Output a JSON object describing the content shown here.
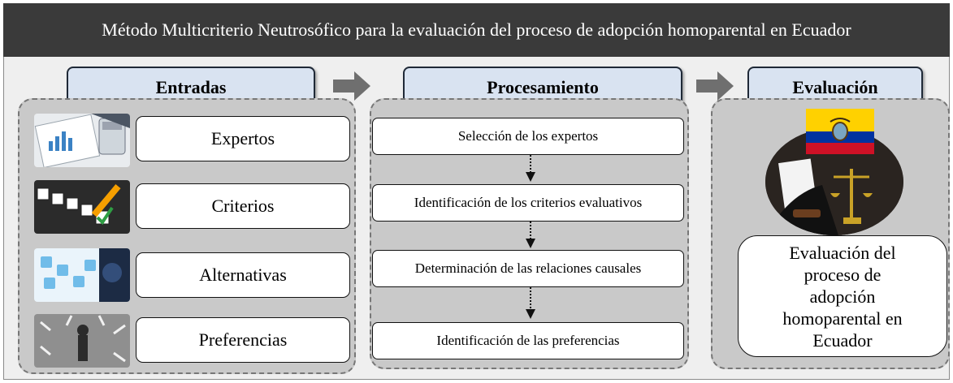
{
  "title": "Método Multicriterio Neutrosófico para la evaluación del proceso de adopción homoparental en Ecuador",
  "columns": {
    "inputs": {
      "header": "Entradas",
      "items": [
        "Expertos",
        "Criterios",
        "Alternativas",
        "Preferencias"
      ]
    },
    "processing": {
      "header": "Procesamiento",
      "steps": [
        "Selección de los expertos",
        "Identificación de los criterios evaluativos",
        "Determinación de las relaciones causales",
        "Identificación de las preferencias"
      ]
    },
    "evaluation": {
      "header": "Evaluación",
      "result": "Evaluación del proceso de adopción homoparental en Ecuador"
    }
  },
  "colors": {
    "title_bg": "#3a3a3a",
    "header_bg": "#d9e3f1",
    "panel_bg": "#c9c9c9",
    "arrow": "#6f6f6f",
    "flag_yellow": "#ffd100",
    "flag_blue": "#0033a0",
    "flag_red": "#ce1126"
  },
  "icons": [
    "document-chart-image",
    "checklist-pencil-image",
    "digital-tablet-image",
    "crossroads-arrows-image",
    "judge-scales-image",
    "ecuador-flag-icon"
  ]
}
